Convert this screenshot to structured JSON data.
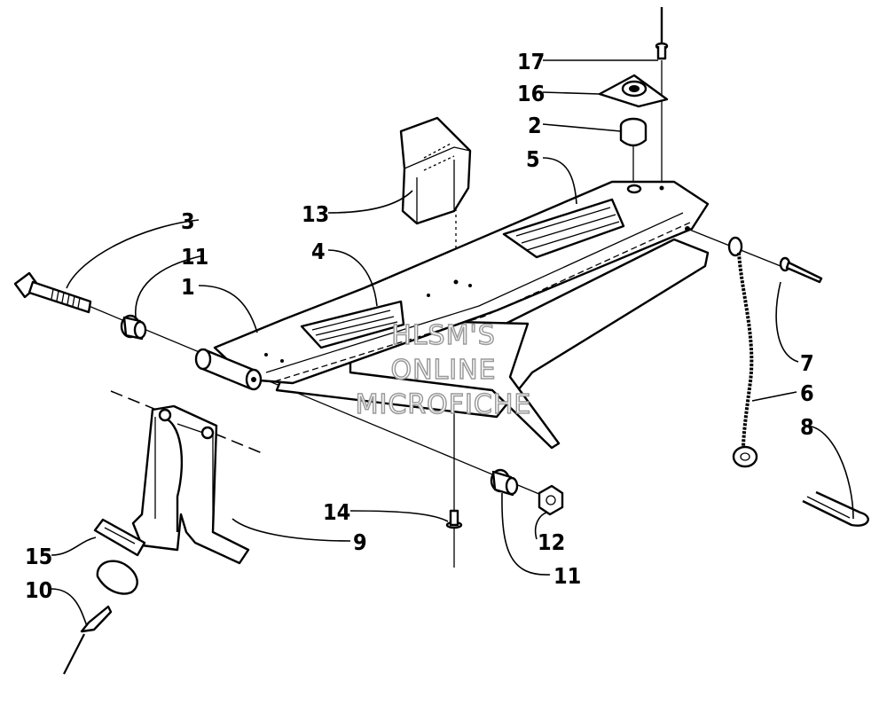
{
  "watermark": [
    "HLSM'S",
    "ONLINE",
    "MICROFICHE"
  ],
  "callouts": [
    "17",
    "16",
    "2",
    "5",
    "13",
    "3",
    "11",
    "4",
    "1",
    "7",
    "6",
    "8",
    "9",
    "14",
    "12",
    "11",
    "15",
    "10"
  ]
}
